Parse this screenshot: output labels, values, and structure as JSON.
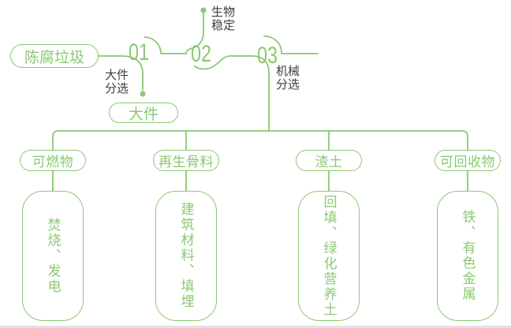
{
  "colors": {
    "green": "#8BC873",
    "label": "#3D3D3D",
    "edge": "#E2E2E2"
  },
  "source": {
    "label": "陈腐垃圾"
  },
  "steps": [
    {
      "num": "01",
      "label": "大件分选"
    },
    {
      "num": "02",
      "label": "生物稳定"
    },
    {
      "num": "03",
      "label": "机械分选"
    }
  ],
  "bulky_output": {
    "label": "大件"
  },
  "categories": [
    {
      "name": "可燃物",
      "detail": "焚烧、发电"
    },
    {
      "name": "再生骨料",
      "detail": "建筑材料、填埋"
    },
    {
      "name": "渣土",
      "detail": "回填、绿化营养土"
    },
    {
      "name": "可回收物",
      "detail": "铁、有色金属"
    }
  ]
}
